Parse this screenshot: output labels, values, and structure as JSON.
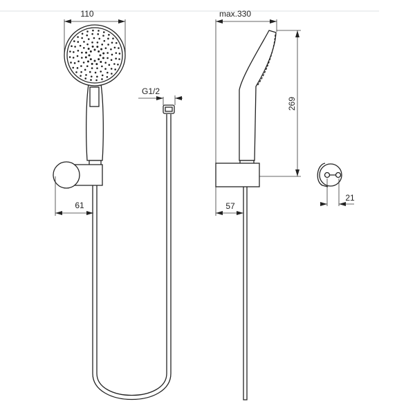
{
  "dimensions": {
    "head_width": "110",
    "thread": "G1/2",
    "holder_depth_front": "61",
    "max_length": "max.330",
    "height": "269",
    "holder_depth_side": "57",
    "bracket_spacing": "21"
  },
  "colors": {
    "line": "#222222",
    "separator": "#e3e8ea"
  }
}
